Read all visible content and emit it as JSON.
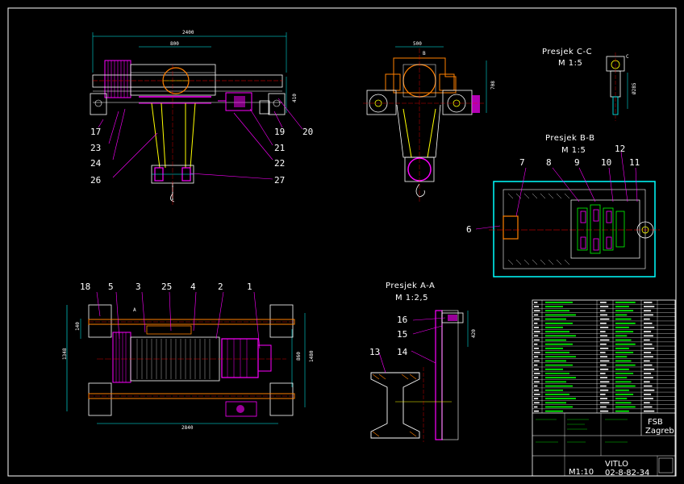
{
  "drawing": {
    "title_block": {
      "institution": "FSB",
      "city": "Zagreb",
      "title": "VITLO",
      "scale": "M1:10",
      "drawing_number": "02-8-82-34"
    },
    "sections": {
      "c_c": {
        "label": "Presjek C-C",
        "scale": "M 1:5"
      },
      "b_b": {
        "label": "Presjek B-B",
        "scale": "M 1:5"
      },
      "a_a": {
        "label": "Presjek A-A",
        "scale": "M 1:2,5"
      }
    },
    "dimensions": {
      "top_overall": "2400",
      "top_inner": "800",
      "side_width": "500",
      "side_height": "708",
      "side_small": "410",
      "plan_width": "2840",
      "plan_height": "1348",
      "plan_right_a": "1480",
      "plan_right_b": "860",
      "plan_left": "140",
      "cc_dim": "Ø285",
      "aa_dim": "420"
    },
    "part_numbers": {
      "p1": "1",
      "p2": "2",
      "p3": "3",
      "p4": "4",
      "p5": "5",
      "p6": "6",
      "p7": "7",
      "p8": "8",
      "p9": "9",
      "p10": "10",
      "p11": "11",
      "p12": "12",
      "p13": "13",
      "p14": "14",
      "p15": "15",
      "p16": "16",
      "p17": "17",
      "p18": "18",
      "p19": "19",
      "p20": "20",
      "p21": "21",
      "p22": "22",
      "p23": "23",
      "p24": "24",
      "p25": "25",
      "p26": "26",
      "p27": "27"
    },
    "view_markers": {
      "b": "B",
      "a": "A",
      "c": "C"
    }
  },
  "colors": {
    "background": "#000000",
    "frame": "#ffffff",
    "outline": "#ffffff",
    "motor": "#ff00ff",
    "cable": "#ffff00",
    "dimension": "#00ffff",
    "axis": "#ff0000",
    "gear": "#00ff00",
    "rail": "#ff8000",
    "leader": "#ff00ff"
  }
}
